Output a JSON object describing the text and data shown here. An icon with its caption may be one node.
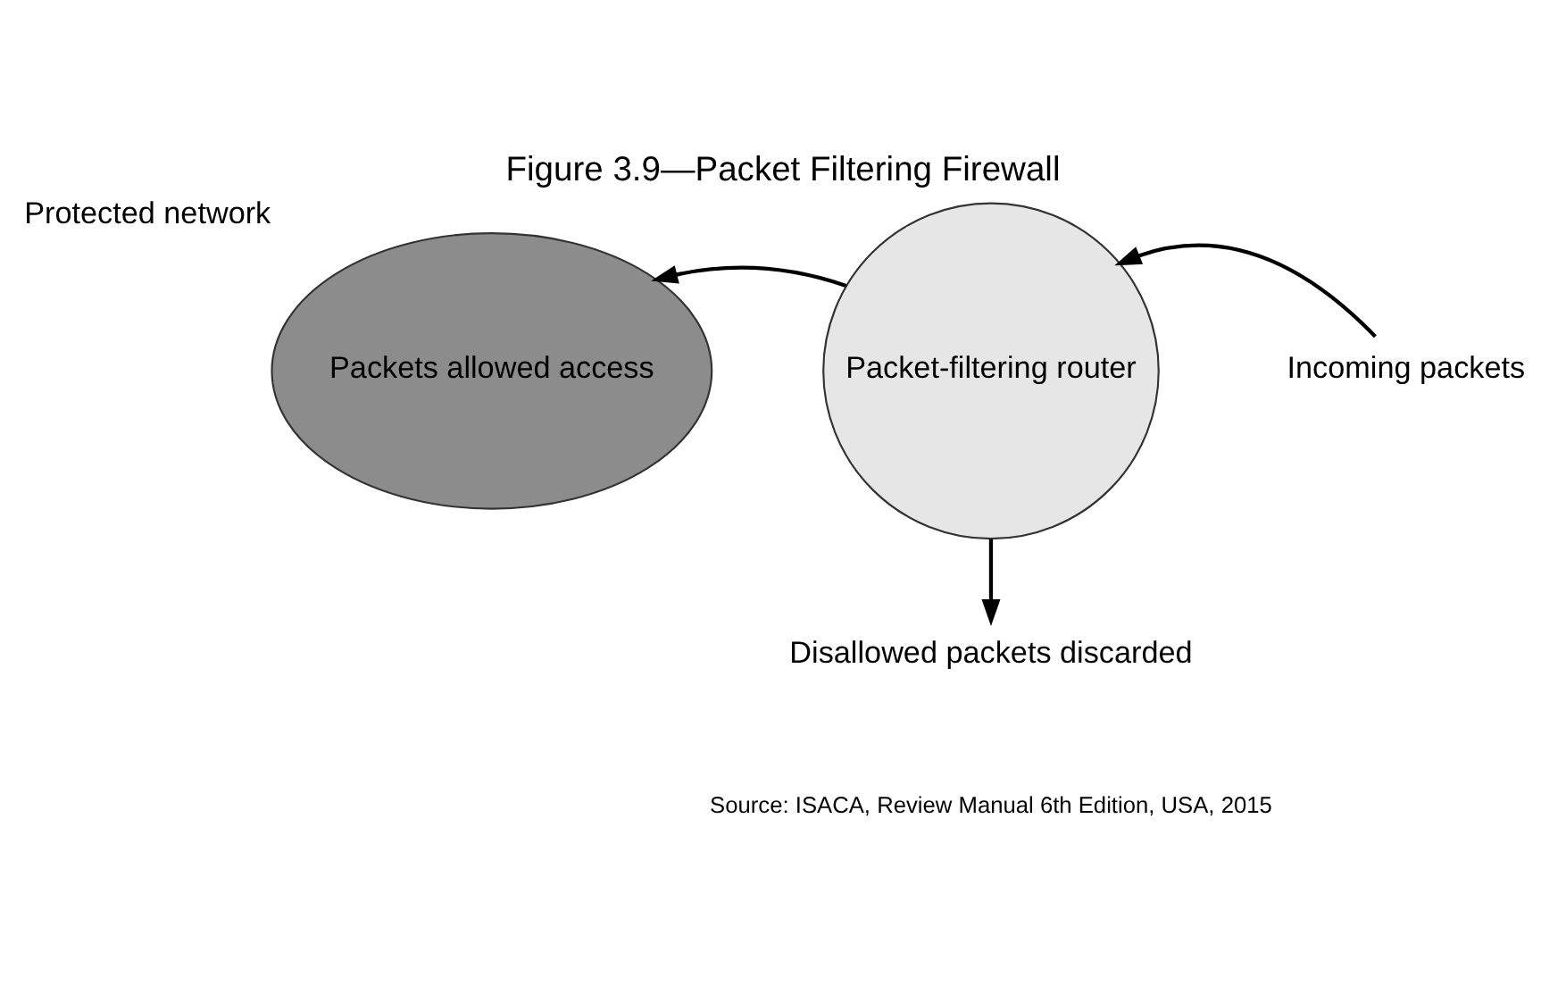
{
  "diagram": {
    "title": "Figure 3.9—Packet Filtering Firewall",
    "caption": "Source: ISACA, Review Manual 6th Edition, USA, 2015",
    "nodes": [
      {
        "text": [
          "Packets allowed access"
        ],
        "beside": [
          "Protected network"
        ]
      },
      {
        "text": [
          "Packet-filtering router"
        ]
      },
      {
        "text": [
          "Incoming packets"
        ]
      },
      {
        "text": [
          "Disallowed packets discarded"
        ]
      }
    ],
    "edges": [
      {
        "from": 2,
        "to": 1,
        "arrow": "to"
      },
      {
        "from": 1,
        "to": 0,
        "arrow": "to"
      },
      {
        "from": 1,
        "to": 3,
        "arrow": "to"
      }
    ]
  }
}
